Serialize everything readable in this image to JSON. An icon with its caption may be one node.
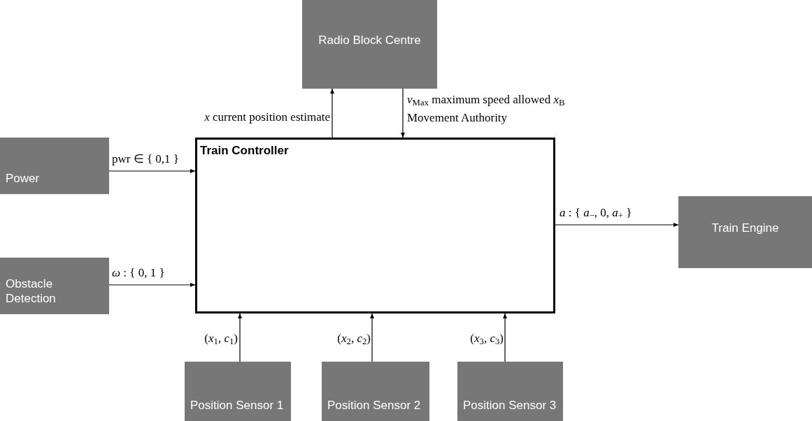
{
  "diagram": {
    "nodes": [
      {
        "text": [
          "Radio Block Centre"
        ]
      },
      {
        "text": [
          "Train Controller"
        ]
      },
      {
        "text": [
          "Power"
        ]
      },
      {
        "text": [
          "Obstacle Detection"
        ]
      },
      {
        "text": [
          "Train Engine"
        ]
      },
      {
        "text": [
          "Position Sensor 1"
        ]
      },
      {
        "text": [
          "Position Sensor 2"
        ]
      },
      {
        "text": [
          "Position Sensor 3"
        ]
      }
    ],
    "edges": [
      {
        "from": 1,
        "to": 0,
        "arrow": "to",
        "label": "*x* current position estimate"
      },
      {
        "from": 0,
        "to": 1,
        "arrow": "to",
        "label": "*v*$_{Max}$ maximum speed allowed *x*$_{B}$ Movement Authority"
      },
      {
        "from": 2,
        "to": 1,
        "arrow": "to",
        "label": "pwr ∈ { 0,1 }"
      },
      {
        "from": 3,
        "to": 1,
        "arrow": "to",
        "label": "*ω* : { 0, 1 }"
      },
      {
        "from": 1,
        "to": 4,
        "arrow": "to",
        "label": "*a* : { *a*$_{−}$, 0, *a*$_{+}$ }"
      },
      {
        "from": 5,
        "to": 1,
        "arrow": "to",
        "label": "(*x*$_{1}$, *c*$_{1}$)"
      },
      {
        "from": 6,
        "to": 1,
        "arrow": "to",
        "label": "(*x*$_{2}$, *c*$_{2}$)"
      },
      {
        "from": 7,
        "to": 1,
        "arrow": "to",
        "label": "(*x*$_{3}$, *c*$_{3}$)"
      }
    ]
  }
}
